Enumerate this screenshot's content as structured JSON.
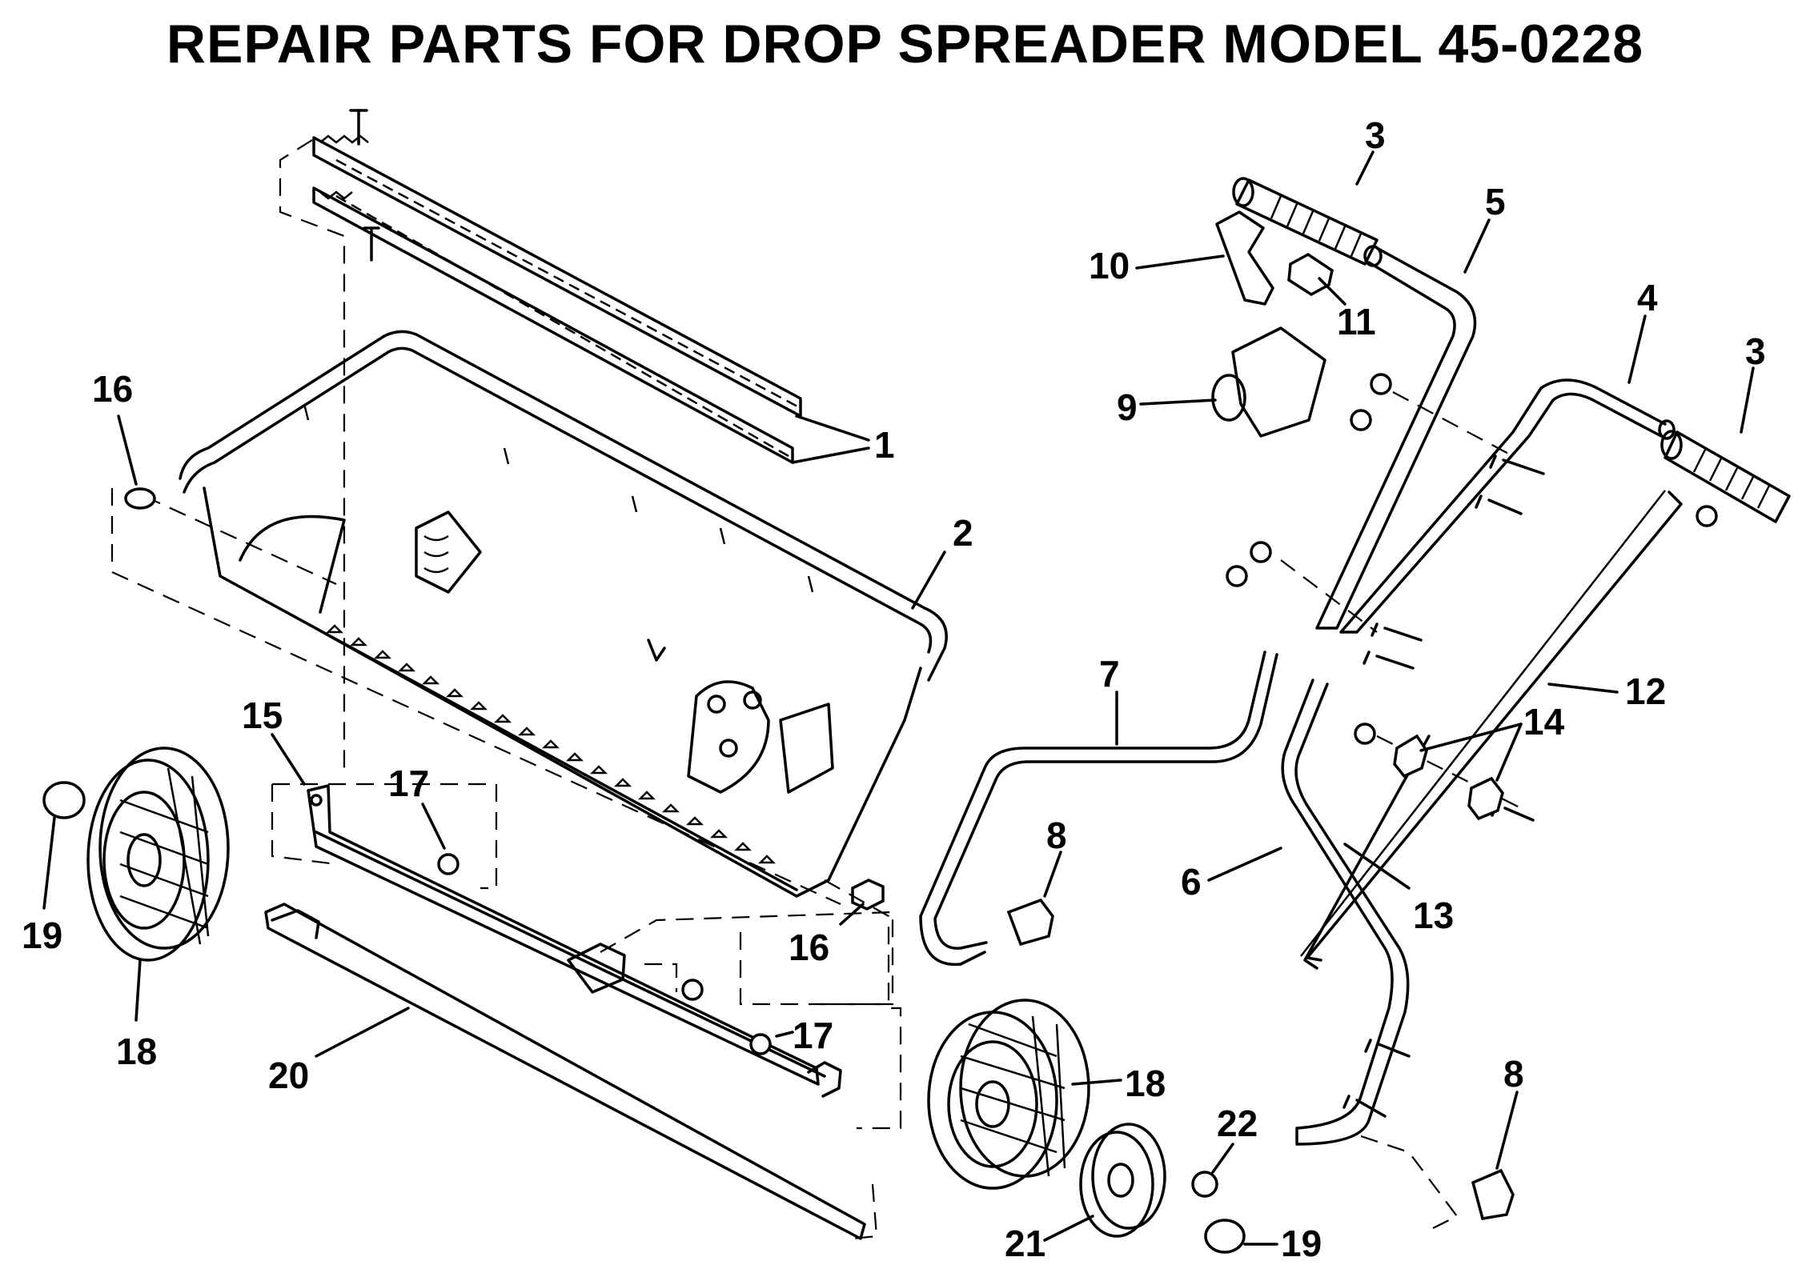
{
  "title": "REPAIR PARTS FOR DROP SPREADER MODEL 45-0228",
  "callouts": [
    "1",
    "2",
    "3",
    "3",
    "4",
    "5",
    "6",
    "7",
    "8",
    "8",
    "9",
    "10",
    "11",
    "12",
    "13",
    "14",
    "15",
    "16",
    "16",
    "17",
    "17",
    "18",
    "18",
    "19",
    "19",
    "20",
    "21",
    "22"
  ]
}
